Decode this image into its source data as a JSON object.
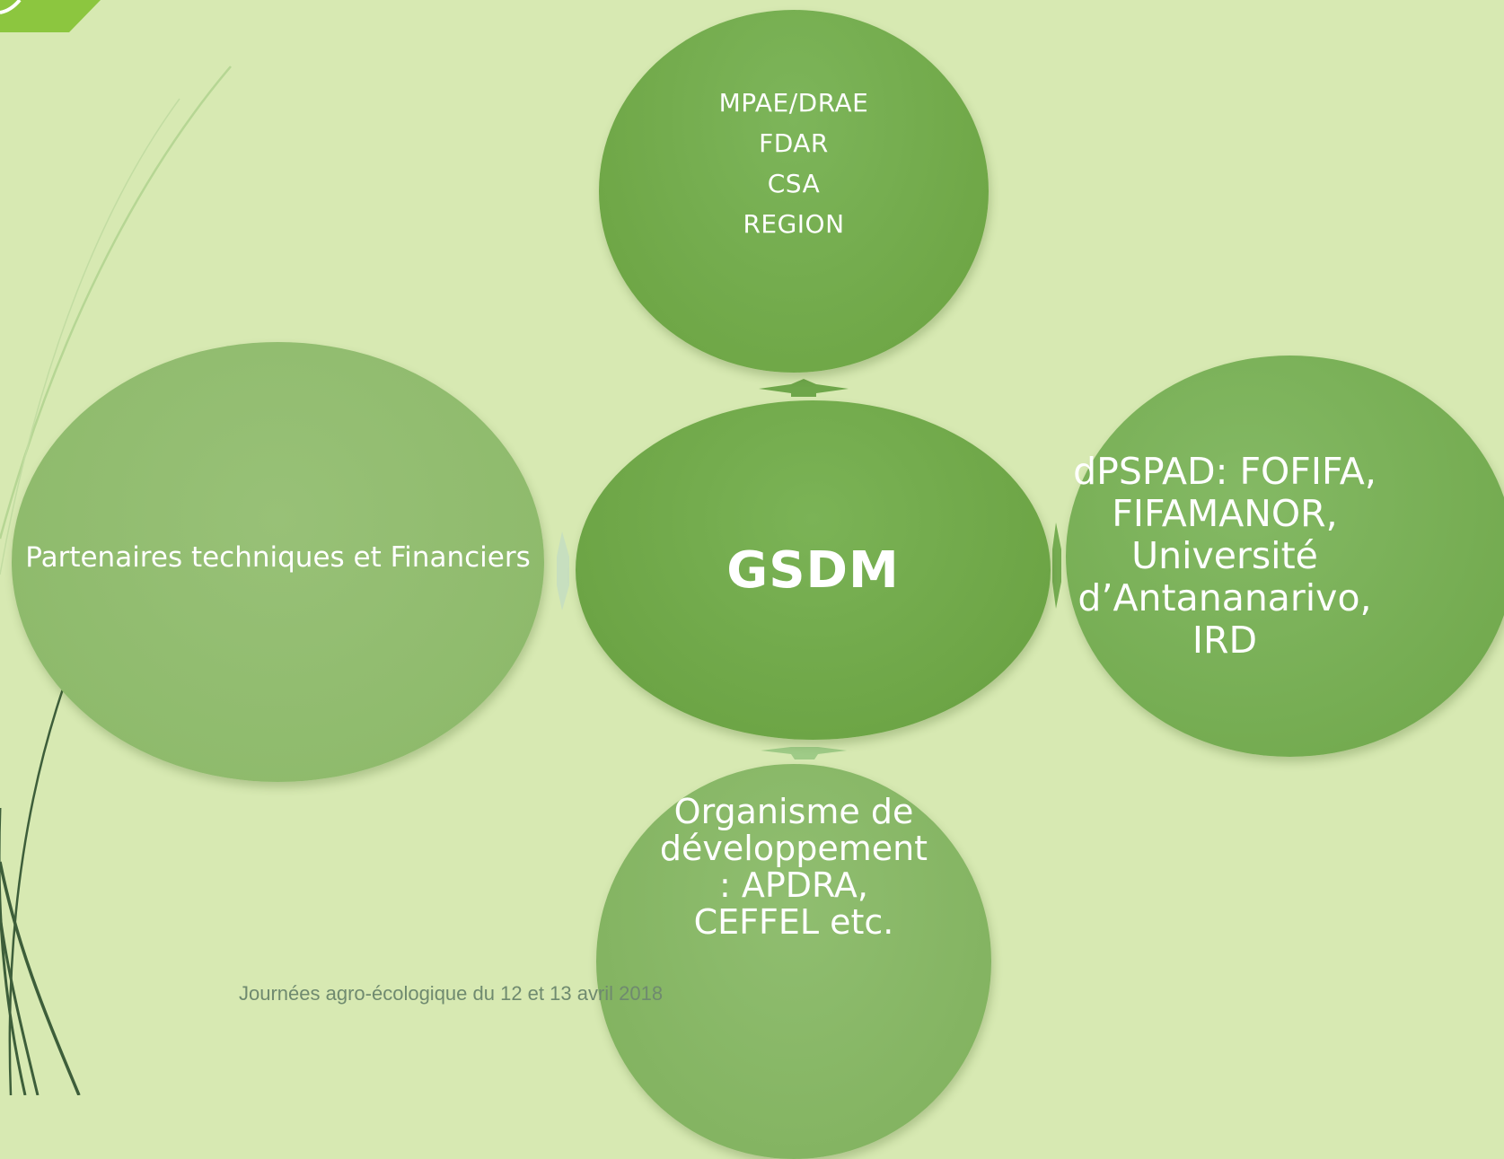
{
  "diagram": {
    "center": {
      "label": "GSDM"
    },
    "top": {
      "lines": [
        "MPAE/DRAE",
        "FDAR",
        "CSA",
        "REGION"
      ]
    },
    "left": {
      "label": "Partenaires techniques et Financiers"
    },
    "right": {
      "label": "dPSPAD: FOFIFA, FIFAMANOR, Université d’Antananarivo, IRD"
    },
    "bottom": {
      "label": "Organisme de développement : APDRA, CEFFEL etc."
    }
  },
  "footer": {
    "text": "Journées agro-écologique du 12 et 13 avril 2018"
  },
  "colors": {
    "background": "#d7e9b2",
    "node_dark": "#6aa240",
    "node_light": "#8bb868",
    "text": "#ffffff",
    "accent": "#8cc63f"
  }
}
